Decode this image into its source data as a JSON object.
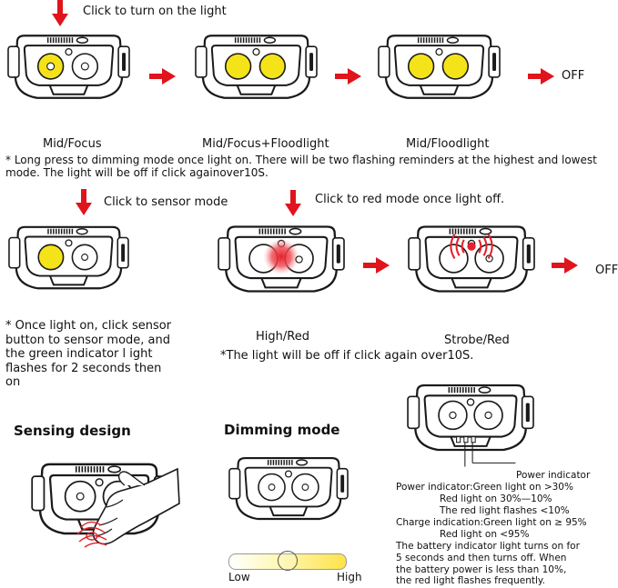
{
  "texts": {
    "click_on": "Click to turn on the light",
    "mode1": "Mid/Focus",
    "mode2": "Mid/Focus+Floodlight",
    "mode3": "Mid/Floodlight",
    "off": "OFF",
    "note_dimming": "* Long press to dimming mode once light on. There will be two flashing reminders at the highest and lowest mode. The light will be off if click againover10S.",
    "click_sensor": "Click to sensor mode",
    "click_red": "Click to red mode once light off.",
    "mode_high_red": "High/Red",
    "mode_strobe_red": "Strobe/Red",
    "note_sensor": "* Once light on, click sensor button to sensor mode, and the green indicator l ight flashes for 2 seconds then on",
    "note_red_off": "*The light will be off if click again over10S.",
    "sensing_design": "Sensing design",
    "dimming_mode": "Dimming mode",
    "low": "Low",
    "high": "High",
    "power_indicator_label": "Power indicator",
    "power_line1": "Power indicator:Green light on    >30%",
    "power_line2": "Red light on      30%—10%",
    "power_line3": "The red light flashes   <10%",
    "charge_line1": "Charge indication:Green light on  ≥ 95%",
    "charge_line2": "Red light on        <95%",
    "battery_note": "The battery indicator light turns on for 5 seconds and then turns off. When the battery power is less than 10%, the red light flashes frequently."
  },
  "colors": {
    "arrow_red": "#e0141c",
    "beam_yellow": "#f5e31a",
    "red_light": "#e8202a",
    "outline": "#1a1a1a"
  },
  "icons": [
    "down-arrow-icon",
    "right-arrow-icon",
    "headlamp-icon",
    "hand-icon",
    "slider-knob-icon"
  ],
  "slider": {
    "level": 0.5
  }
}
